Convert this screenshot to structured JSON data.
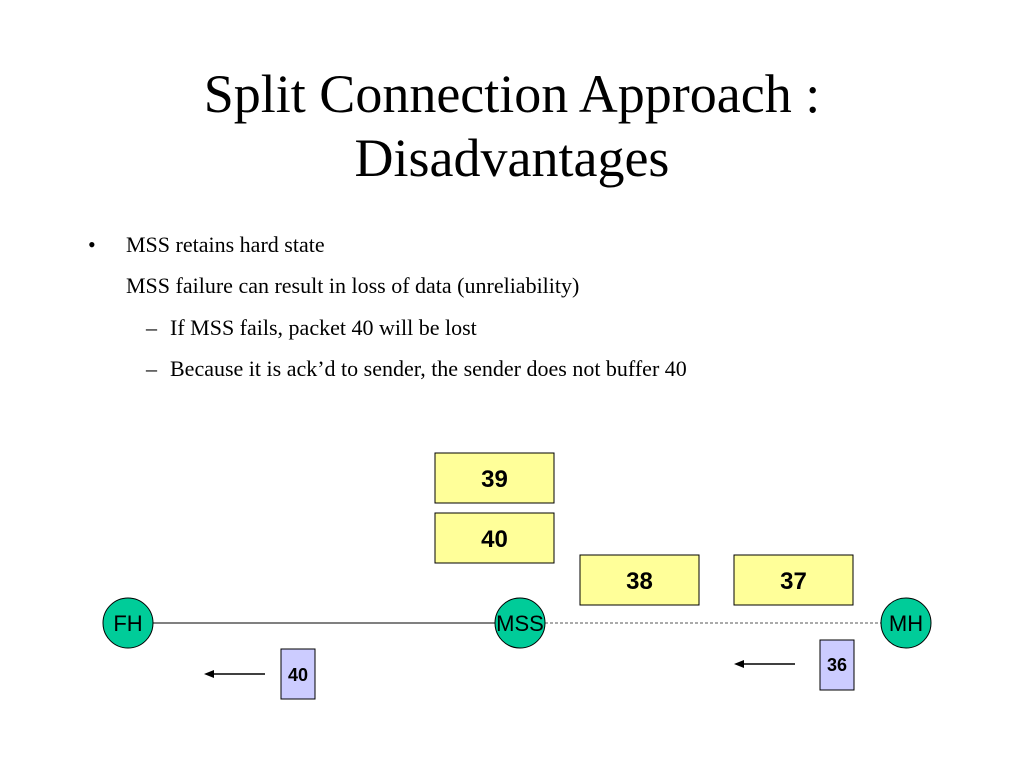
{
  "title_line1": "Split Connection Approach :",
  "title_line2": "Disadvantages",
  "bullet_glyph": "•",
  "dash_glyph": "–",
  "bullets": {
    "main": "MSS retains hard state",
    "cont": "MSS failure can result in loss of data (unreliability)",
    "sub1": "If MSS fails, packet 40 will be lost",
    "sub2": "Because it is ack’d to sender, the sender does not buffer 40"
  },
  "diagram": {
    "nodes": {
      "fh": "FH",
      "mss": "MSS",
      "mh": "MH"
    },
    "buffer_packets": [
      "39",
      "40"
    ],
    "in_flight_packets": [
      "38",
      "37"
    ],
    "ack_fh": "40",
    "ack_mh": "36",
    "colors": {
      "node": "#00cc99",
      "packet": "#ffff99",
      "ack": "#ccccff"
    }
  }
}
